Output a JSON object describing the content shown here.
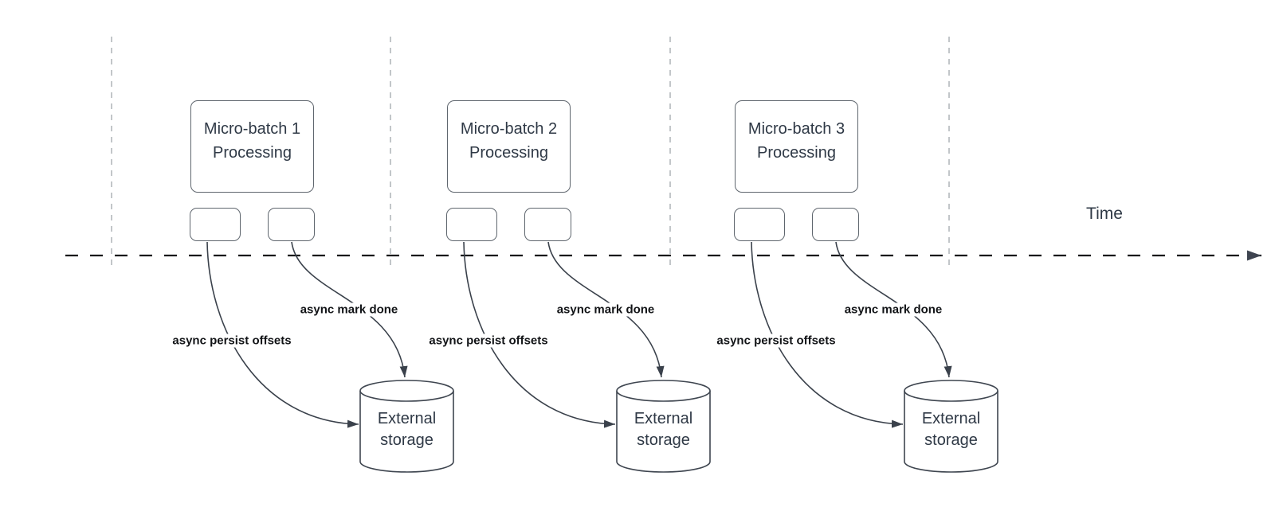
{
  "diagram": {
    "time_label": "Time",
    "columns": [
      {
        "batch_label": "Micro-batch 1\nProcessing",
        "persist_label": "async persist offsets",
        "mark_done_label": "async mark done",
        "storage_label": "External\nstorage"
      },
      {
        "batch_label": "Micro-batch 2\nProcessing",
        "persist_label": "async persist offsets",
        "mark_done_label": "async mark done",
        "storage_label": "External\nstorage"
      },
      {
        "batch_label": "Micro-batch 3\nProcessing",
        "persist_label": "async persist offsets",
        "mark_done_label": "async mark done",
        "storage_label": "External\nstorage"
      }
    ],
    "colors": {
      "axis": "#17181a",
      "axis-head": "#3e4450",
      "guide": "#a9adb2",
      "stroke": "#3a414b",
      "cyl": "#3f4650",
      "box-border": "#5f666e",
      "text": "#2f3946",
      "label-text": "#121417"
    }
  }
}
